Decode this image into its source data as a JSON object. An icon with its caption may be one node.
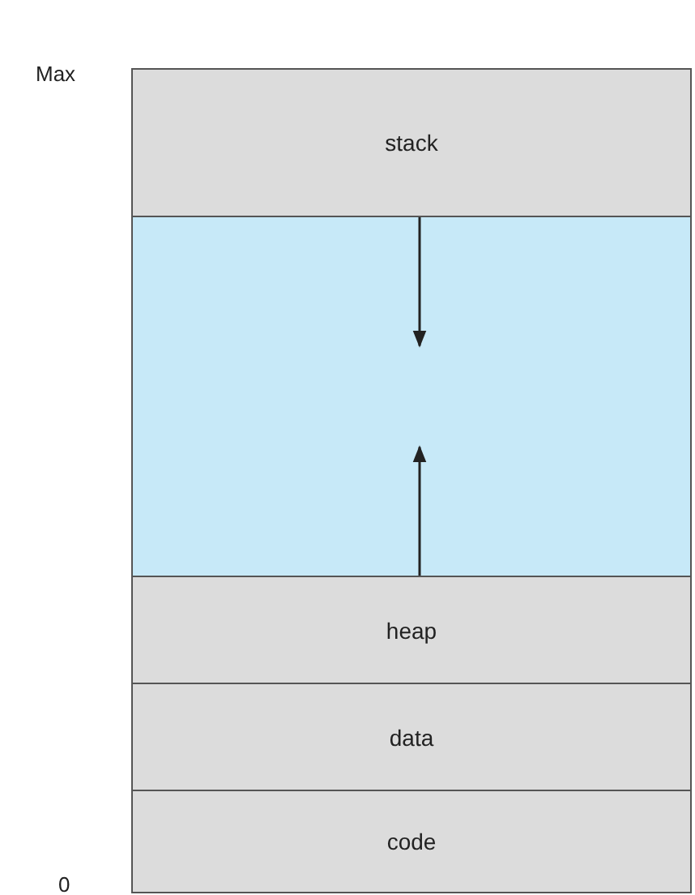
{
  "diagram": {
    "nodes": [
      {
        "text": [
          "stack"
        ]
      },
      {
        "text": [],
        "shape": "box"
      },
      {
        "text": [
          "heap"
        ]
      },
      {
        "text": [
          "data"
        ]
      },
      {
        "text": [
          "code"
        ]
      }
    ],
    "edges": [
      {
        "from": 0,
        "to": 1,
        "arrow": "to"
      },
      {
        "from": 2,
        "to": 1,
        "arrow": "to"
      }
    ],
    "labels": [
      "Max",
      "0"
    ]
  }
}
